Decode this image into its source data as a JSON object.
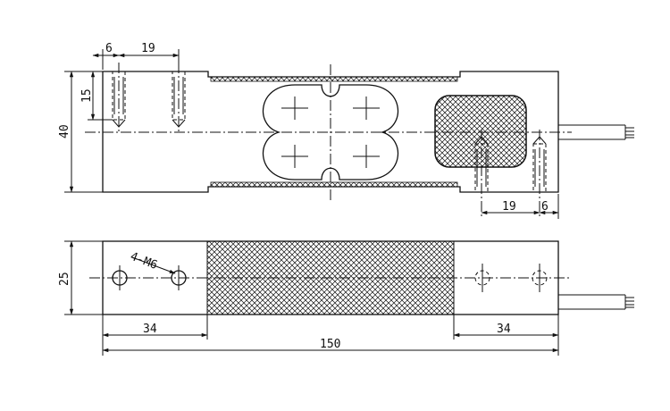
{
  "top_view": {
    "dims": {
      "hole_offset": "6",
      "hole_pitch_left": "19",
      "thread_depth": "15",
      "height": "40",
      "hole_pitch_right": "19",
      "hole_offset_right": "6"
    }
  },
  "bottom_view": {
    "dims": {
      "width": "25",
      "hole_callout": "4-M6",
      "left_mount": "34",
      "overall_length": "150",
      "right_mount": "34"
    }
  }
}
